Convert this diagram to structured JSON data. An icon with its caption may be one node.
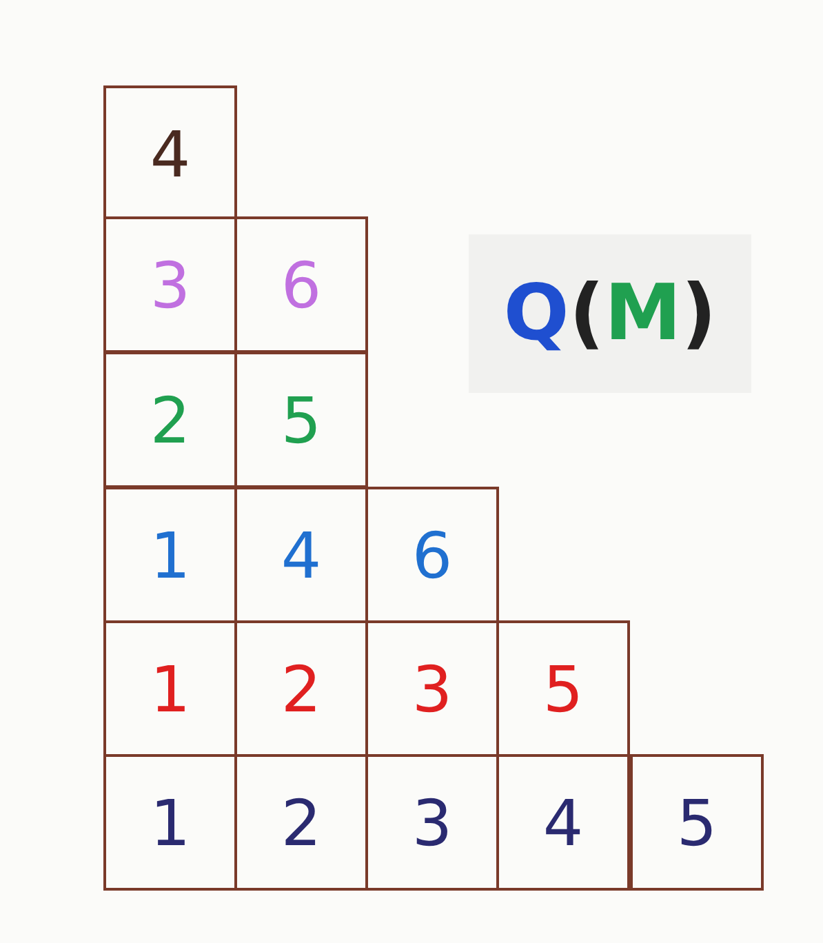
{
  "diagram": {
    "labels": [
      "4",
      "3",
      "6",
      "2",
      "5",
      "1",
      "4",
      "6",
      "1",
      "2",
      "3",
      "5",
      "1",
      "2",
      "3",
      "4",
      "5",
      "Q(M)"
    ]
  }
}
